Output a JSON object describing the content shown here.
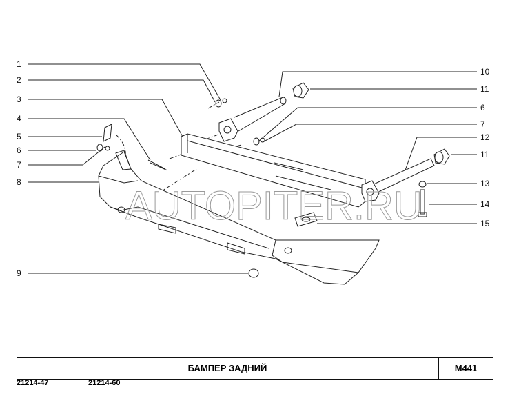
{
  "callouts_left": [
    "1",
    "2",
    "3",
    "4",
    "5",
    "6",
    "7",
    "8",
    "9"
  ],
  "callouts_right": [
    "10",
    "11",
    "6",
    "7",
    "12",
    "11",
    "13",
    "14",
    "15"
  ],
  "watermark": "AUTOPITER.RU",
  "title_block": {
    "title": "БАМПЕР  ЗАДНИЙ",
    "code": "M441"
  },
  "models": [
    "21214-47",
    "21214-60"
  ]
}
